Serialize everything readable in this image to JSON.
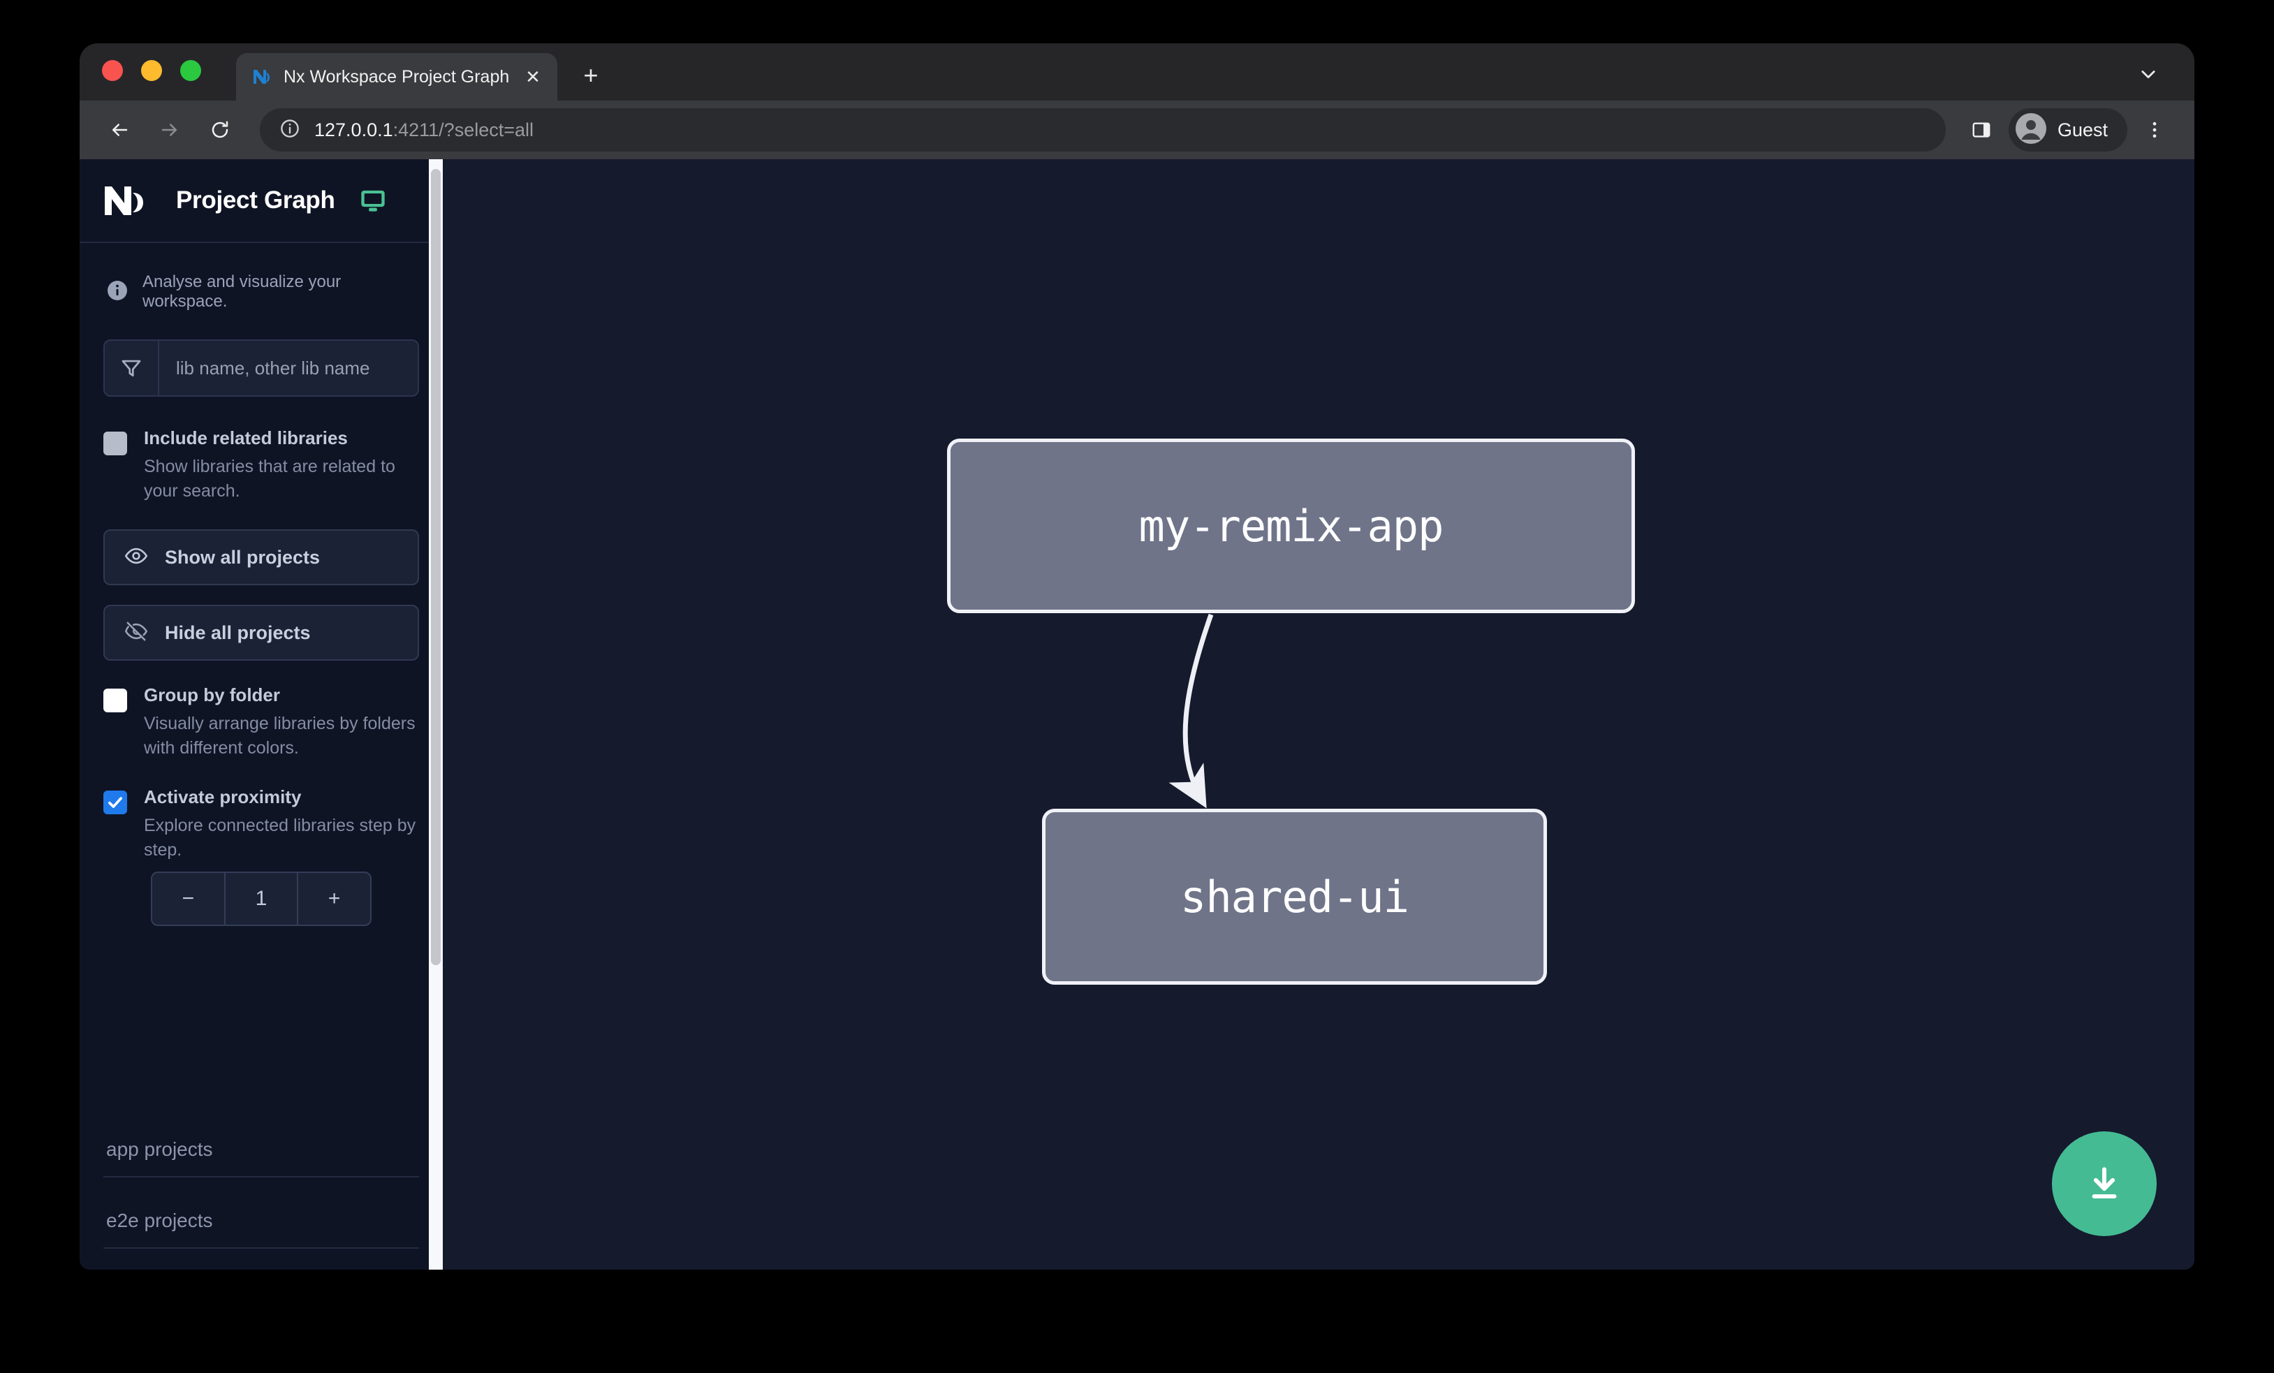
{
  "browser": {
    "tab": {
      "title": "Nx Workspace Project Graph",
      "favicon": "nx-favicon",
      "close_label": "✕"
    },
    "new_tab_label": "+",
    "omnibox": {
      "host": "127.0.0.1",
      "rest": ":4211/?select=all"
    },
    "profile": {
      "name": "Guest"
    }
  },
  "sidebar": {
    "app_title": "Project Graph",
    "info_text": "Analyse and visualize your workspace.",
    "filter": {
      "placeholder": "lib name, other lib name"
    },
    "options": [
      {
        "title": "Include related libraries",
        "description": "Show libraries that are related to your search.",
        "state": "disabled"
      },
      {
        "title": "Group by folder",
        "description": "Visually arrange libraries by folders with different colors.",
        "state": "unchecked"
      },
      {
        "title": "Activate proximity",
        "description": "Explore connected libraries step by step.",
        "state": "checked"
      }
    ],
    "buttons": {
      "show_all": "Show all projects",
      "hide_all": "Hide all projects"
    },
    "stepper": {
      "decrement": "−",
      "value": "1",
      "increment": "+"
    },
    "sections": [
      {
        "label": "app projects"
      },
      {
        "label": "e2e projects"
      }
    ]
  },
  "graph": {
    "nodes": [
      {
        "id": "my-remix-app",
        "label": "my-remix-app"
      },
      {
        "id": "shared-ui",
        "label": "shared-ui"
      }
    ],
    "edges": [
      {
        "from": "my-remix-app",
        "to": "shared-ui"
      }
    ],
    "download_button": "download-icon"
  },
  "colors": {
    "accent_green": "#45bb94",
    "monitor_green": "#4ac294",
    "checkbox_blue": "#1f7aec",
    "node_fill": "#6f7489",
    "node_border": "#f0f2f8",
    "canvas_bg": "#151a2d",
    "sidebar_bg": "#0f1425"
  }
}
